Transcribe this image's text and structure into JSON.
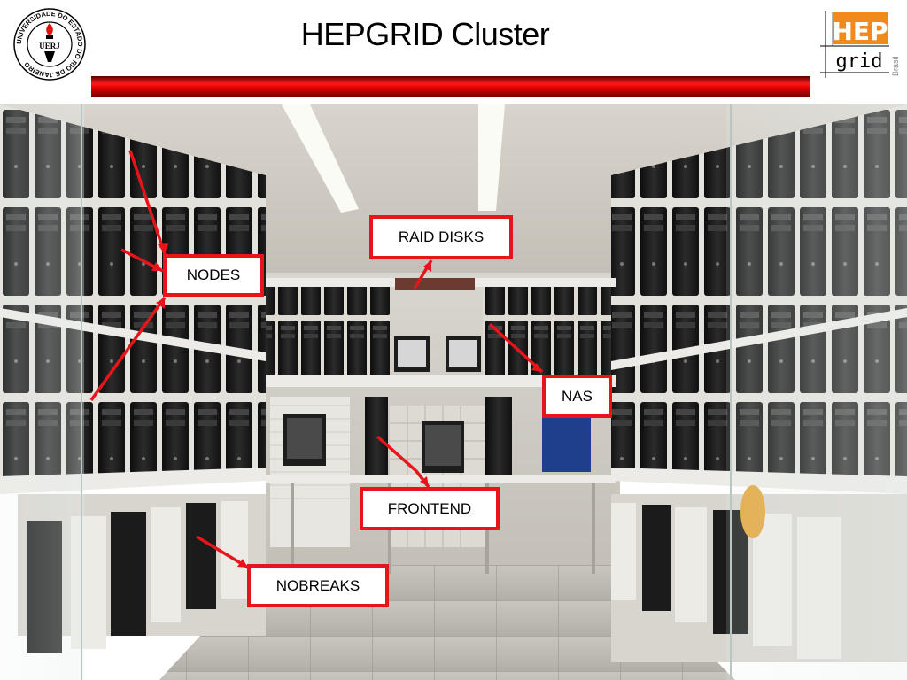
{
  "header": {
    "title": "HEPGRID Cluster",
    "left_logo": {
      "icon": "uerj-seal-icon",
      "text": "UERJ",
      "ring_text": "UNIVERSIDADE DO ESTADO DO RIO DE JANEIRO"
    },
    "right_logo": {
      "icon": "hepgrid-logo-icon",
      "hep": "HEP",
      "grid": "grid",
      "brasil": "Brasil"
    }
  },
  "callouts": {
    "raid": "RAID DISKS",
    "nodes": "NODES",
    "nas": "NAS",
    "frontend": "FRONTEND",
    "nobreaks": "NOBREAKS"
  },
  "colors": {
    "accent_red": "#e8141b",
    "bar_dark_red": "#a00000"
  },
  "photo": {
    "icon": "server-room-photo"
  }
}
